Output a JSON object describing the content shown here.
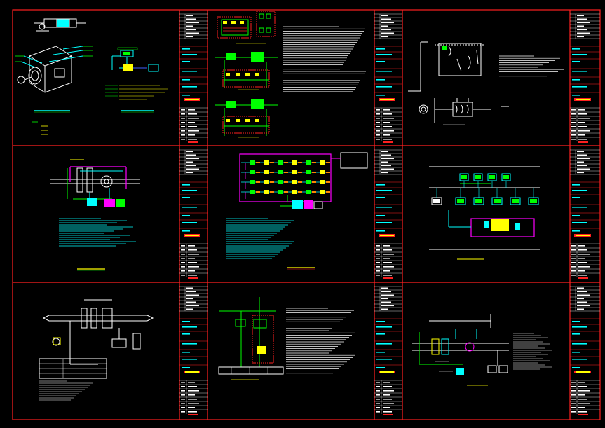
{
  "viewer": {
    "background": "#000000",
    "frame_color": "#ff2020"
  },
  "colors": {
    "green": "#00ff00",
    "cyan": "#00ffff",
    "yellow": "#ffff00",
    "magenta": "#ff00ff",
    "red": "#ff2020",
    "white": "#ffffff",
    "blue": "#4060ff",
    "orange": "#ff8800"
  },
  "sheets": [
    {
      "id": "sheet-1",
      "caption": ""
    },
    {
      "id": "sheet-2",
      "caption": ""
    },
    {
      "id": "sheet-3",
      "caption": ""
    },
    {
      "id": "sheet-4",
      "caption": ""
    },
    {
      "id": "sheet-5",
      "caption": ""
    },
    {
      "id": "sheet-6",
      "caption": ""
    },
    {
      "id": "sheet-7",
      "caption": ""
    },
    {
      "id": "sheet-8",
      "caption": ""
    },
    {
      "id": "sheet-9",
      "caption": ""
    }
  ],
  "labels": {
    "sheet7_left": "",
    "sheet7_right": ""
  }
}
